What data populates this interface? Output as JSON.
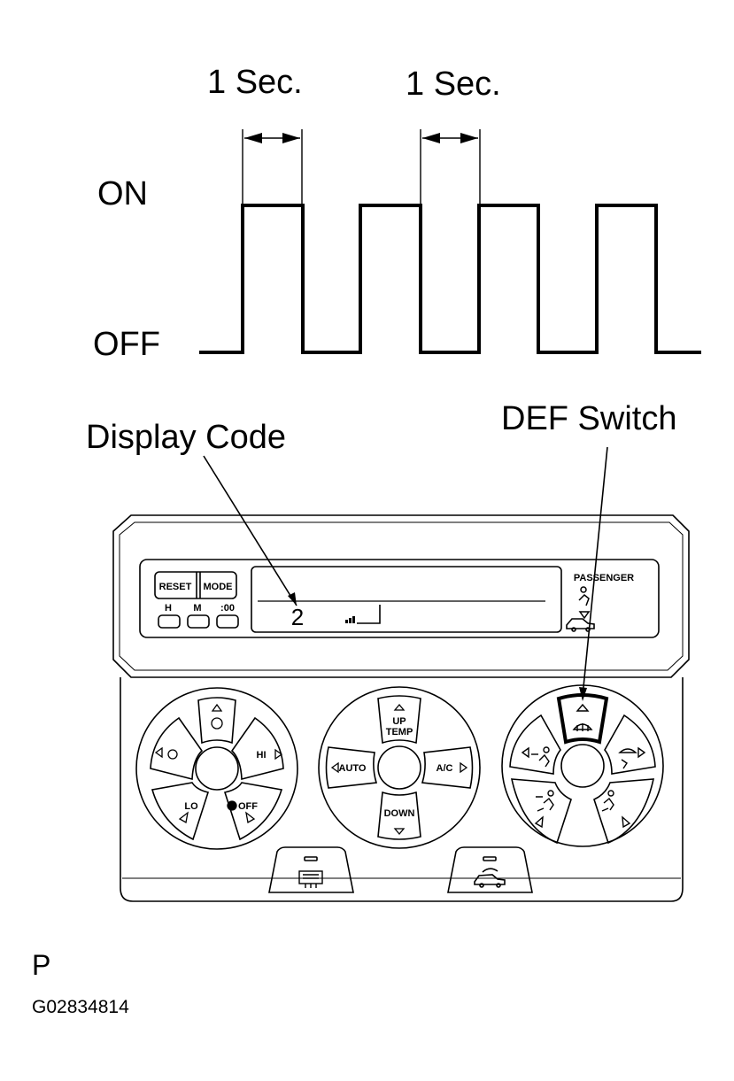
{
  "timing": {
    "period1_label": "1 Sec.",
    "period2_label": "1 Sec.",
    "on_label": "ON",
    "off_label": "OFF"
  },
  "callouts": {
    "display_code": "Display Code",
    "def_switch": "DEF Switch"
  },
  "panel": {
    "reset_label": "RESET",
    "mode_label": "MODE",
    "h_label": "H",
    "m_label": "M",
    "zero_label": ":00",
    "display_digit": "2",
    "passenger_label": "PASSENGER",
    "dial_left": {
      "hi_label": "HI",
      "lo_label": "LO",
      "off_label": "OFF"
    },
    "dial_center": {
      "up_label": "UP",
      "temp_label": "TEMP",
      "auto_label": "AUTO",
      "ac_label": "A/C",
      "down_label": "DOWN"
    },
    "dial_right": {
      "def_icon": "defroster-icon",
      "face_icon": "face-vent-icon",
      "bilevel_icon": "bi-level-icon",
      "foot_icon": "foot-icon",
      "footdef_icon": "foot-defrost-icon"
    },
    "rear_def_icon": "rear-defroster-icon",
    "recirc_icon": "recirculation-car-icon"
  },
  "footer": {
    "letter": "P",
    "code": "G02834814"
  }
}
